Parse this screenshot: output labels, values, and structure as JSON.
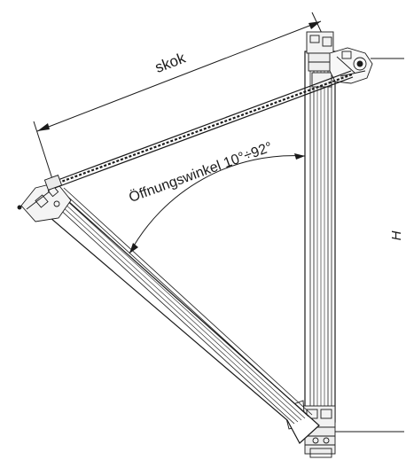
{
  "drawing": {
    "travel_label": "skok",
    "angle_label": "Öffnungswinkel 10°÷92°",
    "height_label": "H"
  }
}
